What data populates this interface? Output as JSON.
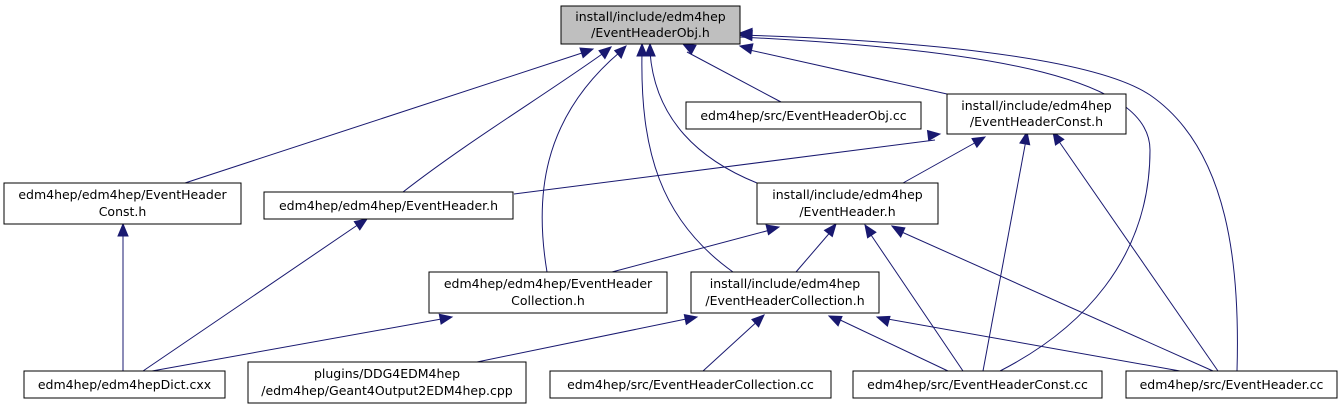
{
  "graph": {
    "title": "",
    "colors": {
      "edge": "#191970",
      "root_fill": "#bfbfbf",
      "node_fill": "#ffffff",
      "border": "#000000"
    },
    "nodes": {
      "root": {
        "lines": [
          "install/include/edm4hep",
          "/EventHeaderObj.h"
        ]
      },
      "obj_cc": {
        "lines": [
          "edm4hep/src/EventHeaderObj.cc"
        ]
      },
      "inst_const": {
        "lines": [
          "install/include/edm4hep",
          "/EventHeaderConst.h"
        ]
      },
      "ed_const": {
        "lines": [
          "edm4hep/edm4hep/EventHeader",
          "Const.h"
        ]
      },
      "ed_header": {
        "lines": [
          "edm4hep/edm4hep/EventHeader.h"
        ]
      },
      "inst_header": {
        "lines": [
          "install/include/edm4hep",
          "/EventHeader.h"
        ]
      },
      "ed_coll": {
        "lines": [
          "edm4hep/edm4hep/EventHeader",
          "Collection.h"
        ]
      },
      "inst_coll": {
        "lines": [
          "install/include/edm4hep",
          "/EventHeaderCollection.h"
        ]
      },
      "dict": {
        "lines": [
          "edm4hep/edm4hepDict.cxx"
        ]
      },
      "geant": {
        "lines": [
          "plugins/DDG4EDM4hep",
          "/edm4hep/Geant4Output2EDM4hep.cpp"
        ]
      },
      "coll_cc": {
        "lines": [
          "edm4hep/src/EventHeaderCollection.cc"
        ]
      },
      "const_cc": {
        "lines": [
          "edm4hep/src/EventHeaderConst.cc"
        ]
      },
      "header_cc": {
        "lines": [
          "edm4hep/src/EventHeader.cc"
        ]
      }
    }
  }
}
